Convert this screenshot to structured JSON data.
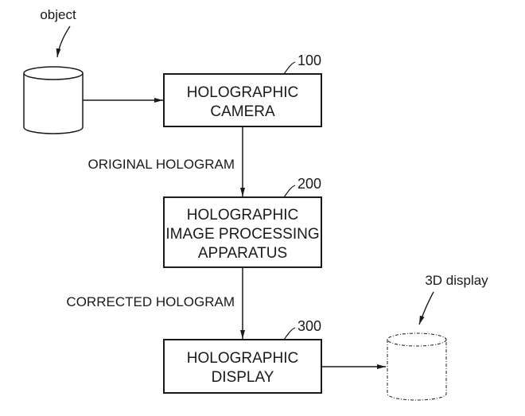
{
  "external": {
    "object": {
      "label": "object"
    },
    "display3d": {
      "label": "3D display"
    }
  },
  "blocks": [
    {
      "ref": "100",
      "lines": [
        "HOLOGRAPHIC",
        "CAMERA"
      ]
    },
    {
      "ref": "200",
      "lines": [
        "HOLOGRAPHIC",
        "IMAGE PROCESSING",
        "APPARATUS"
      ]
    },
    {
      "ref": "300",
      "lines": [
        "HOLOGRAPHIC",
        "DISPLAY"
      ]
    }
  ],
  "flows": {
    "original": "ORIGINAL HOLOGRAM",
    "corrected": "CORRECTED HOLOGRAM"
  },
  "colors": {
    "ink": "#1a1a1a",
    "background": "#ffffff"
  }
}
